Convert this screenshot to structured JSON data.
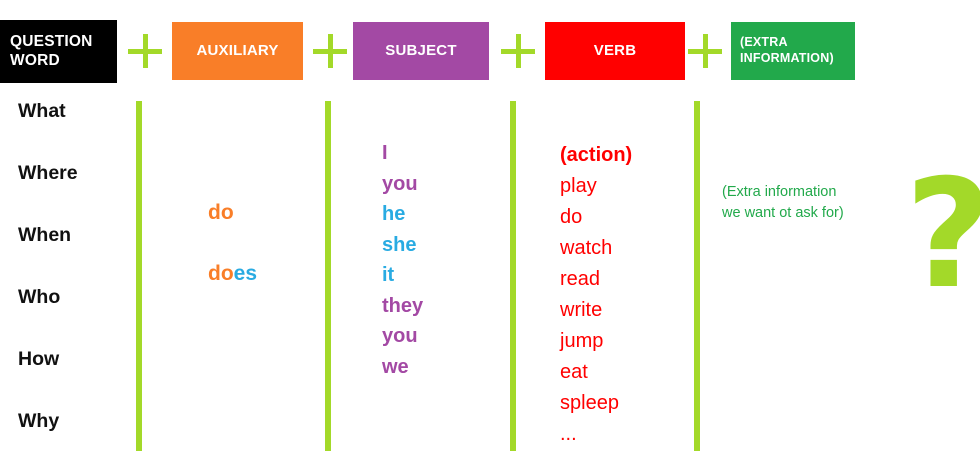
{
  "headers": [
    {
      "id": "question-word",
      "label": "QUESTION WORD",
      "color": "#000000"
    },
    {
      "id": "auxiliary",
      "label": "AUXILIARY",
      "color": "#F97E28"
    },
    {
      "id": "subject",
      "label": "SUBJECT",
      "color": "#A349A4"
    },
    {
      "id": "verb",
      "label": "VERB",
      "color": "#FF0000"
    },
    {
      "id": "extra",
      "label": "(EXTRA INFORMATION)",
      "color": "#22A94B"
    }
  ],
  "operators": {
    "plus": "+",
    "count": 4,
    "color": "#A3D929"
  },
  "question_words": {
    "items": [
      "What",
      "Where",
      "When",
      "Who",
      "How",
      "Why"
    ],
    "color": "#111111"
  },
  "auxiliary": {
    "items": [
      {
        "stem": "do",
        "tail": ""
      },
      {
        "stem": "do",
        "tail": "es"
      }
    ],
    "stem_color": "#F97E28",
    "tail_color": "#29ABE2"
  },
  "subjects": {
    "items": [
      {
        "text": "I",
        "color": "purple"
      },
      {
        "text": "you",
        "color": "purple"
      },
      {
        "text": "he",
        "color": "blue"
      },
      {
        "text": "she",
        "color": "blue"
      },
      {
        "text": "it",
        "color": "blue"
      },
      {
        "text": "they",
        "color": "purple"
      },
      {
        "text": "you",
        "color": "purple"
      },
      {
        "text": "we",
        "color": "purple"
      }
    ],
    "purple": "#A349A4",
    "blue": "#29ABE2"
  },
  "verbs": {
    "items": [
      {
        "text": "(action)",
        "bold": true
      },
      {
        "text": "play",
        "bold": false
      },
      {
        "text": "do",
        "bold": false
      },
      {
        "text": "watch",
        "bold": false
      },
      {
        "text": "read",
        "bold": false
      },
      {
        "text": "write",
        "bold": false
      },
      {
        "text": "jump",
        "bold": false
      },
      {
        "text": "eat",
        "bold": false
      },
      {
        "text": "spleep",
        "bold": false
      },
      {
        "text": "...",
        "bold": false
      }
    ],
    "color": "#FF0000"
  },
  "extra_information": {
    "note_line_1": "(Extra information",
    "note_line_2": "we want ot ask for)",
    "color": "#22A94B"
  },
  "question_mark": {
    "glyph": "?",
    "color": "#A3D929"
  }
}
